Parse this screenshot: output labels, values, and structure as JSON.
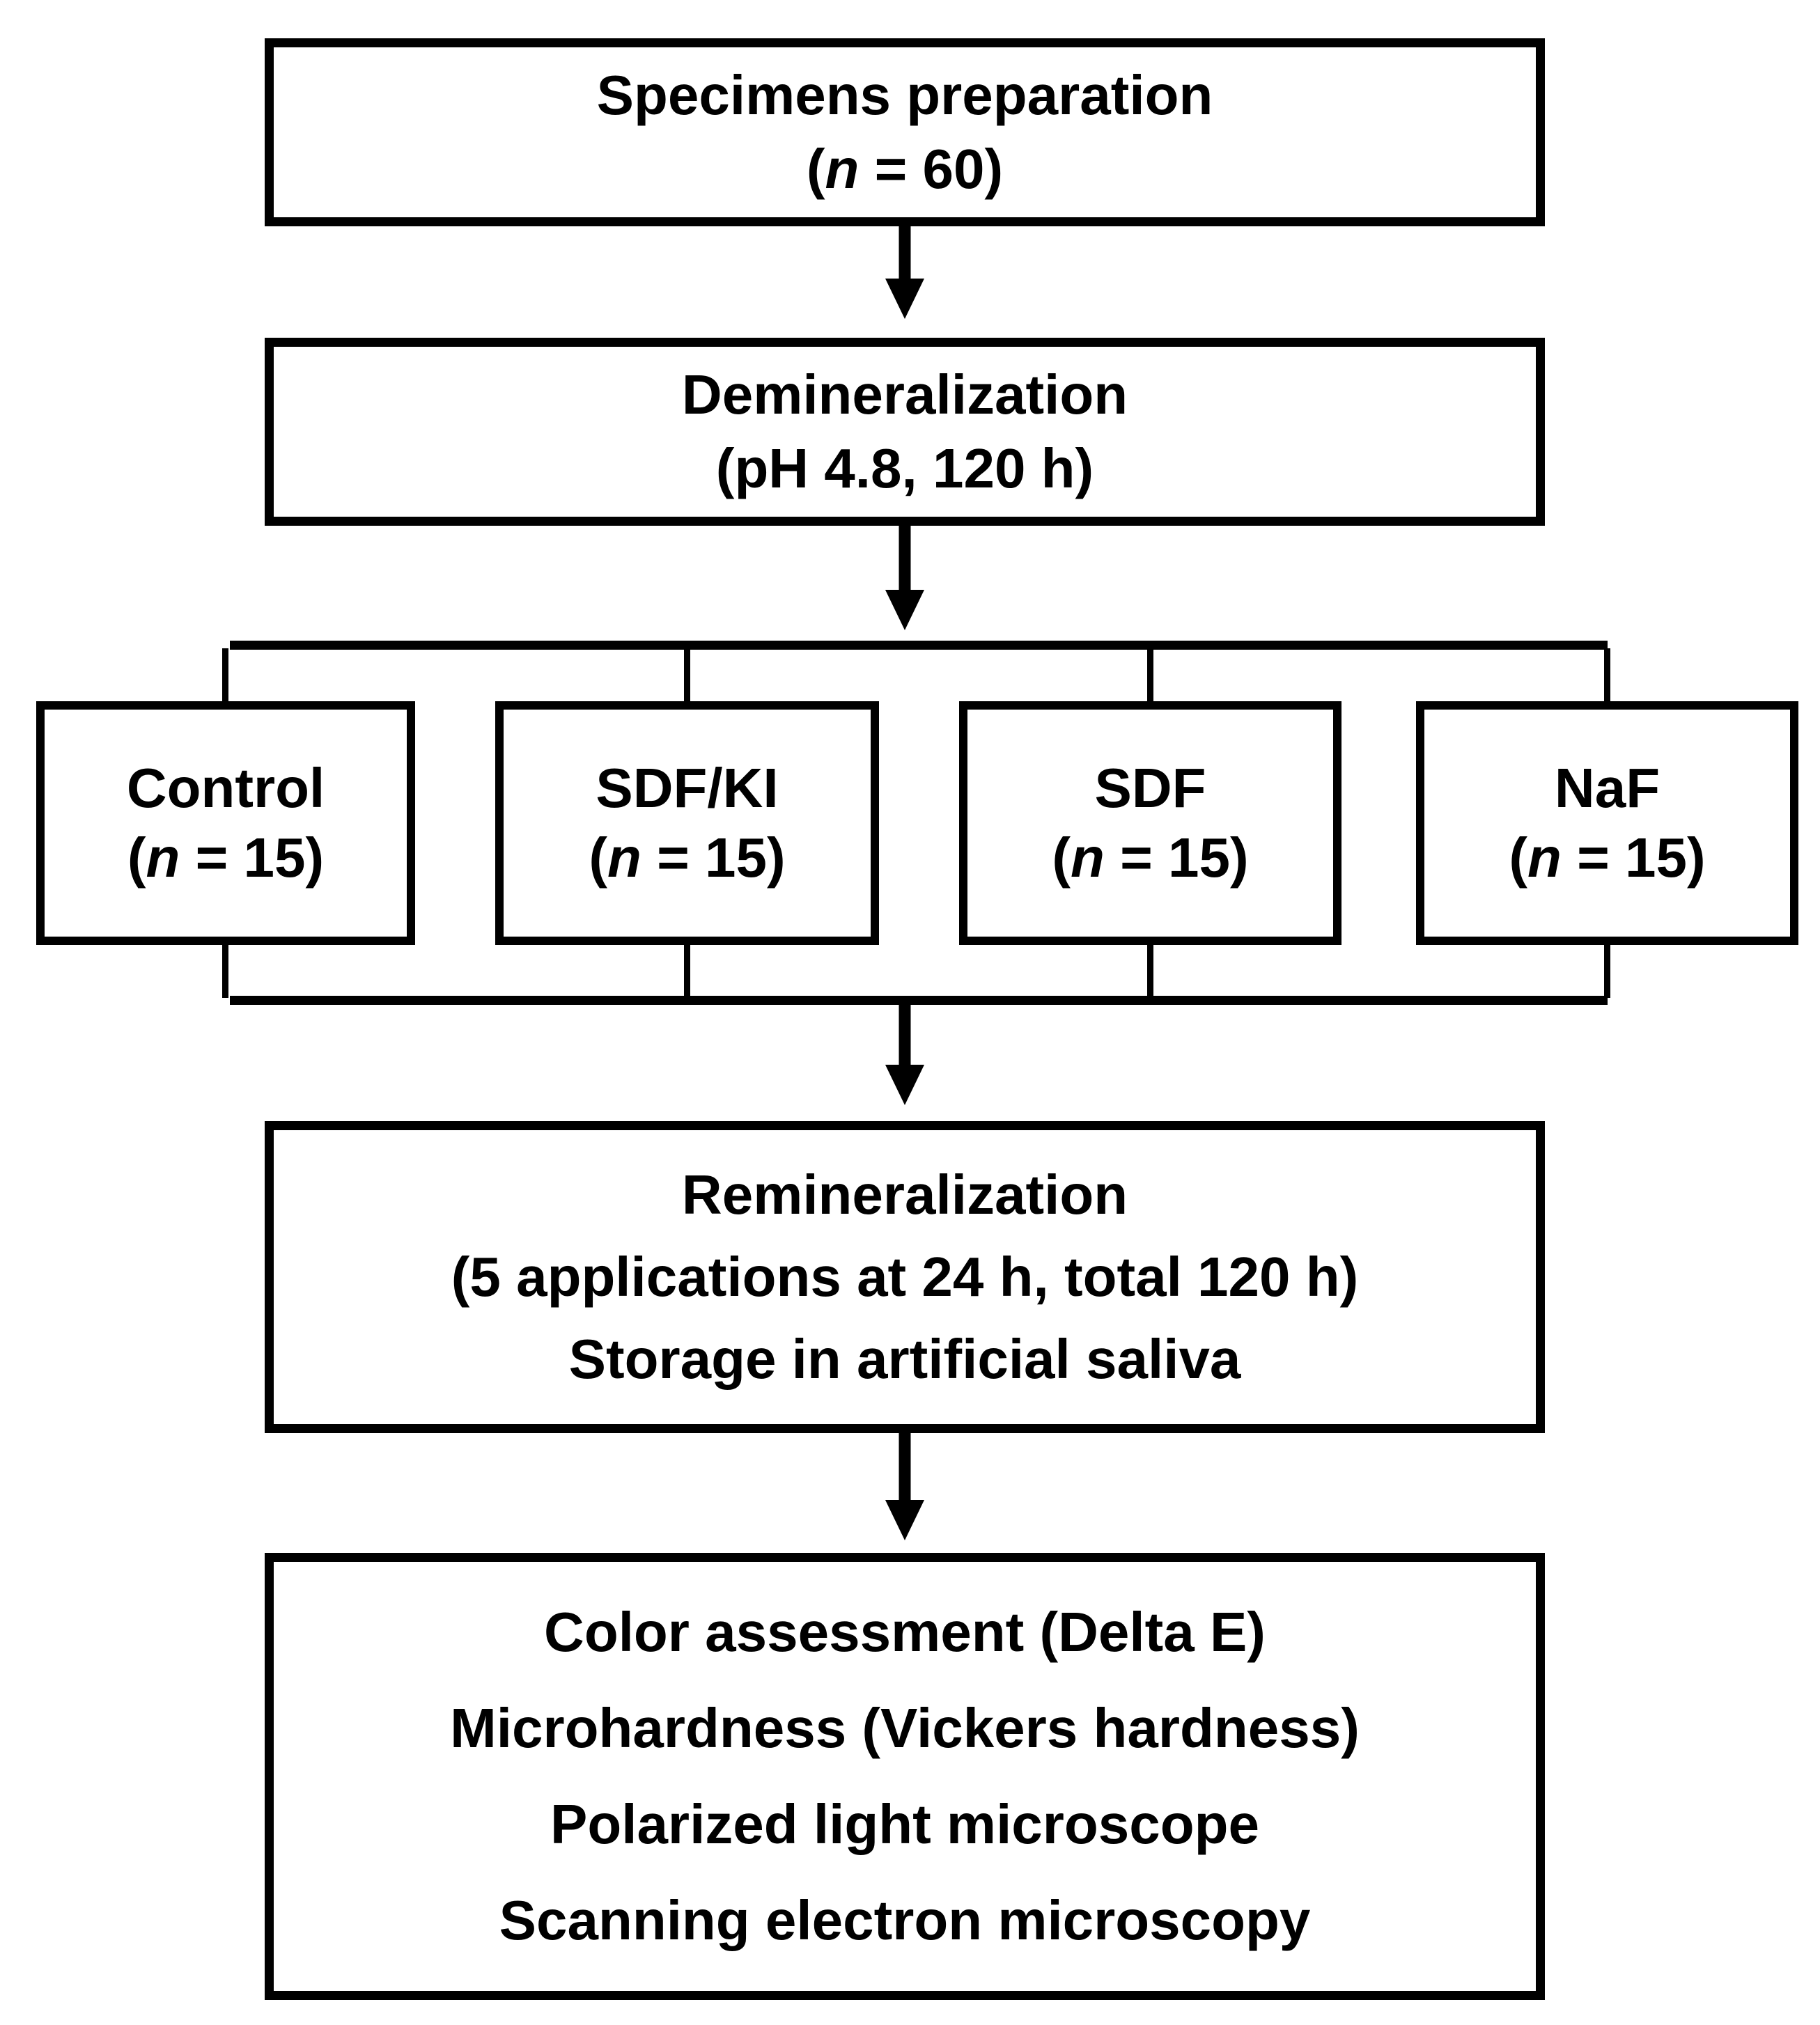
{
  "stage1": {
    "title": "Specimens preparation",
    "n_open": "(",
    "n_var": "n",
    "n_rest": " = 60)"
  },
  "stage2": {
    "title": "Demineralization",
    "detail": "(pH 4.8, 120 h)"
  },
  "groups": [
    {
      "name": "Control",
      "n_open": "(",
      "n_var": "n",
      "n_rest": " = 15)"
    },
    {
      "name": "SDF/KI",
      "n_open": "(",
      "n_var": "n",
      "n_rest": " = 15)"
    },
    {
      "name": "SDF",
      "n_open": "(",
      "n_var": "n",
      "n_rest": " = 15)"
    },
    {
      "name": "NaF",
      "n_open": "(",
      "n_var": "n",
      "n_rest": " = 15)"
    }
  ],
  "stage3": {
    "title": "Remineralization",
    "detail1": "(5 applications at 24 h, total 120 h)",
    "detail2": "Storage in artificial saliva"
  },
  "stage4": {
    "line1": "Color assessment (Delta E)",
    "line2": "Microhardness (Vickers hardness)",
    "line3": "Polarized light microscope",
    "line4": "Scanning electron microscopy"
  },
  "colors": {
    "line": "#000000",
    "background": "#ffffff",
    "text": "#000000"
  }
}
